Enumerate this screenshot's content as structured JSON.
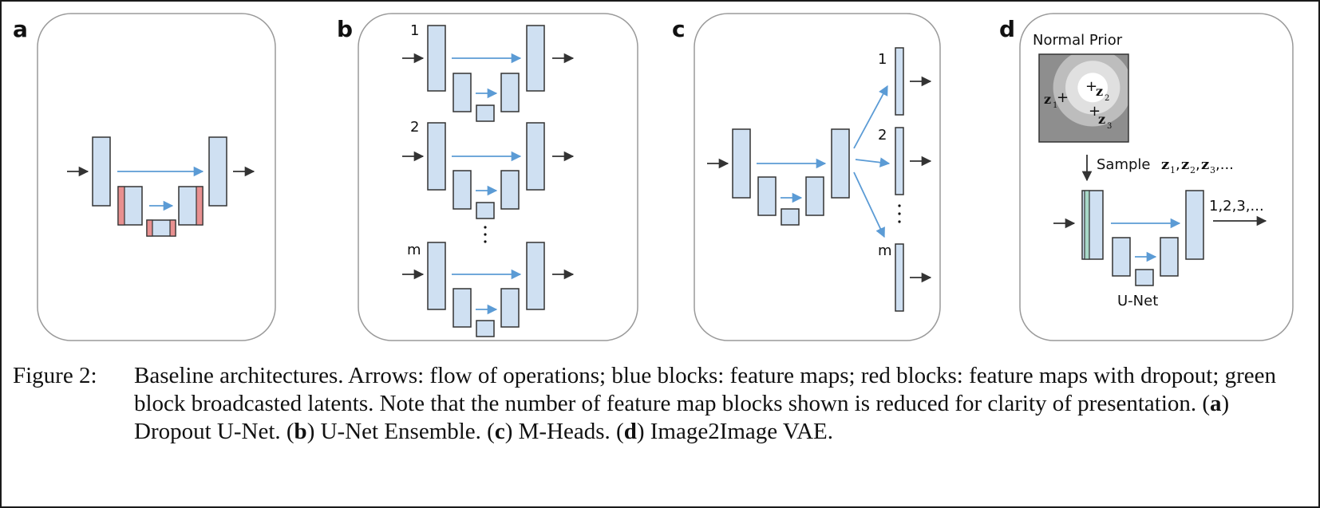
{
  "panels": [
    {
      "letter": "a"
    },
    {
      "letter": "b",
      "unet_labels": [
        "1",
        "2",
        "m"
      ],
      "ellipsis": "·\n·\n·"
    },
    {
      "letter": "c",
      "head_labels": [
        "1",
        "2",
        "m"
      ],
      "ellipsis": "·\n·\n·"
    },
    {
      "letter": "d",
      "prior_title": "Normal Prior",
      "z_points": [
        {
          "symbol": "z",
          "sub": "1"
        },
        {
          "symbol": "z",
          "sub": "2"
        },
        {
          "symbol": "z",
          "sub": "3"
        }
      ],
      "sample_prefix": "Sample ",
      "sample_z_subs": [
        "1",
        "2",
        "3"
      ],
      "sample_suffix": ",...",
      "output_label": "1,2,3,...",
      "unet_label": "U-Net"
    }
  ],
  "colors": {
    "feature_map": "#cfe0f2",
    "dropout": "#e89090",
    "latent": "#a8d8c8",
    "skip_arrow": "#5b9bd5",
    "flow_arrow": "#333333",
    "panel_border": "#9a9a9a"
  },
  "caption": {
    "label": "Figure 2:",
    "part1": "Baseline architectures. Arrows: flow of operations; blue blocks: feature maps; red blocks: feature maps with dropout; green block broadcasted latents. Note that the number of feature map blocks shown is reduced for clarity of presentation. (",
    "a_letter": "a",
    "a_text": ") Dropout U-Net. (",
    "b_letter": "b",
    "b_text": ") U-Net Ensemble. (",
    "c_letter": "c",
    "c_text": ") M-Heads. (",
    "d_letter": "d",
    "d_text": ") Image2Image VAE."
  }
}
